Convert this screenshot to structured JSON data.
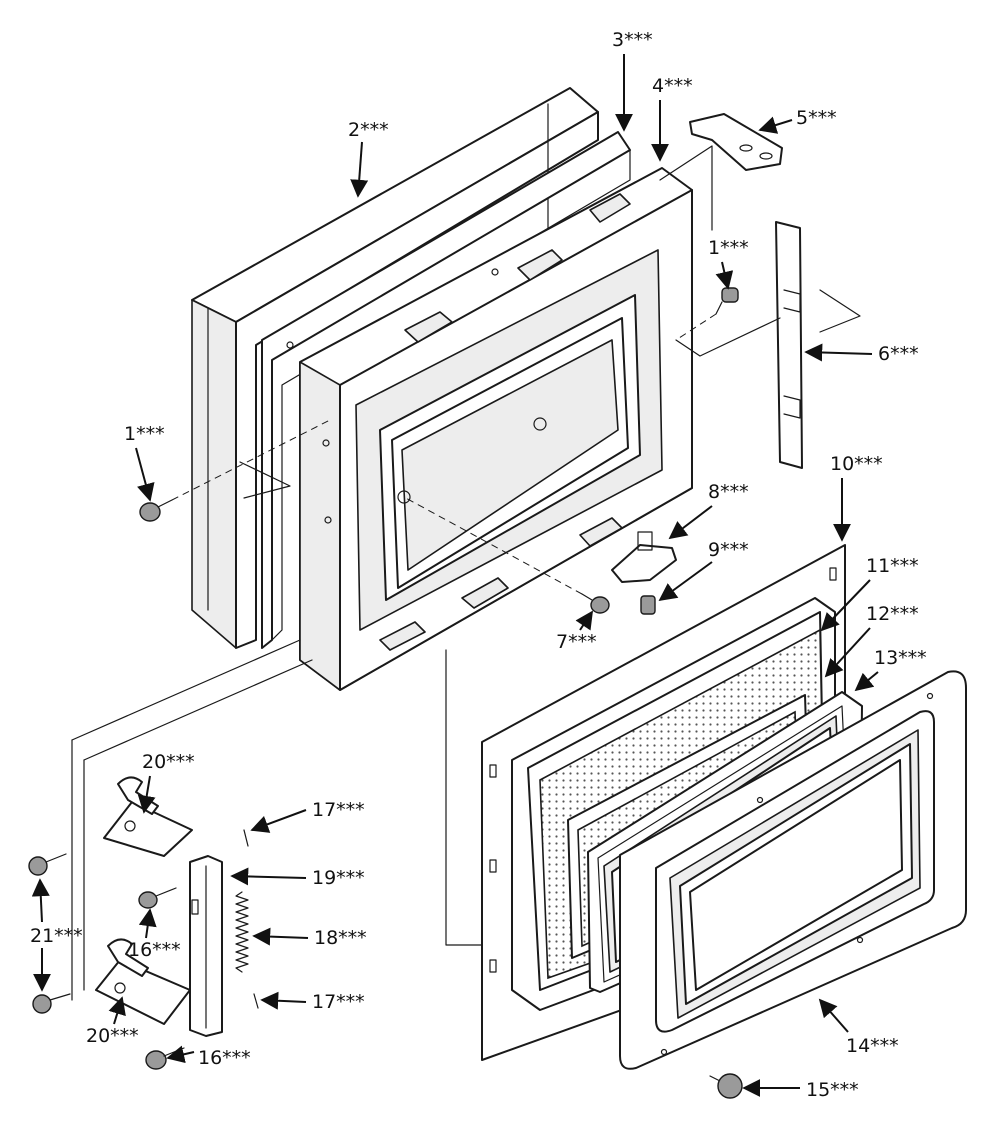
{
  "callouts": [
    {
      "id": "c1a",
      "text": "1***"
    },
    {
      "id": "c1b",
      "text": "1***"
    },
    {
      "id": "c2",
      "text": "2***"
    },
    {
      "id": "c3",
      "text": "3***"
    },
    {
      "id": "c4",
      "text": "4***"
    },
    {
      "id": "c5",
      "text": "5***"
    },
    {
      "id": "c6",
      "text": "6***"
    },
    {
      "id": "c7",
      "text": "7***"
    },
    {
      "id": "c8",
      "text": "8***"
    },
    {
      "id": "c9",
      "text": "9***"
    },
    {
      "id": "c10",
      "text": "10***"
    },
    {
      "id": "c11",
      "text": "11***"
    },
    {
      "id": "c12",
      "text": "12***"
    },
    {
      "id": "c13",
      "text": "13***"
    },
    {
      "id": "c14",
      "text": "14***"
    },
    {
      "id": "c15",
      "text": "15***"
    },
    {
      "id": "c16a",
      "text": "16***"
    },
    {
      "id": "c16b",
      "text": "16***"
    },
    {
      "id": "c17a",
      "text": "17***"
    },
    {
      "id": "c17b",
      "text": "17***"
    },
    {
      "id": "c18",
      "text": "18***"
    },
    {
      "id": "c19",
      "text": "19***"
    },
    {
      "id": "c20a",
      "text": "20***"
    },
    {
      "id": "c20b",
      "text": "20***"
    },
    {
      "id": "c21",
      "text": "21***"
    }
  ]
}
